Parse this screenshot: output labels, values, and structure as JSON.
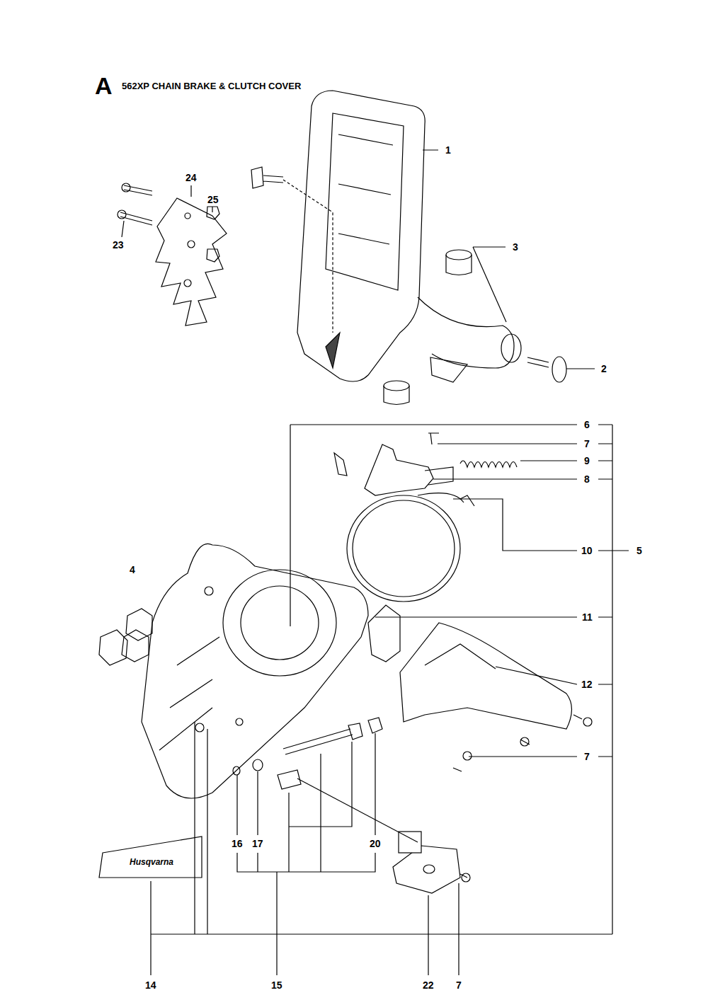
{
  "diagram": {
    "title": "562XP CHAIN BRAKE & CLUTCH COVER",
    "labels": [
      "A",
      "1",
      "24",
      "25",
      "23",
      "3",
      "2",
      "6",
      "7",
      "9",
      "8",
      "10",
      "5",
      "4",
      "11",
      "12",
      "7",
      "16",
      "17",
      "20",
      "Husqvarna",
      "14",
      "15",
      "22",
      "7"
    ]
  }
}
